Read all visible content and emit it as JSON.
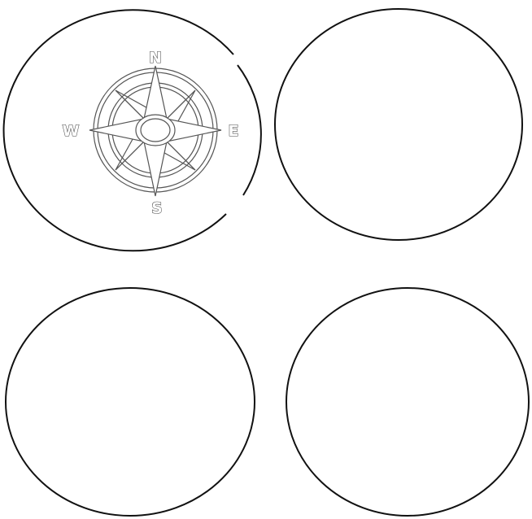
{
  "compass": {
    "north": "N",
    "east": "E",
    "south": "S",
    "west": "W"
  },
  "colors": {
    "circle_stroke": "#111111",
    "compass_stroke": "#555555",
    "background": "#ffffff"
  },
  "circles": [
    {
      "id": "top-left",
      "has_compass": true,
      "has_gaps": true
    },
    {
      "id": "top-right",
      "has_compass": false,
      "has_gaps": false
    },
    {
      "id": "bottom-left",
      "has_compass": false,
      "has_gaps": false
    },
    {
      "id": "bottom-right",
      "has_compass": false,
      "has_gaps": false
    }
  ]
}
